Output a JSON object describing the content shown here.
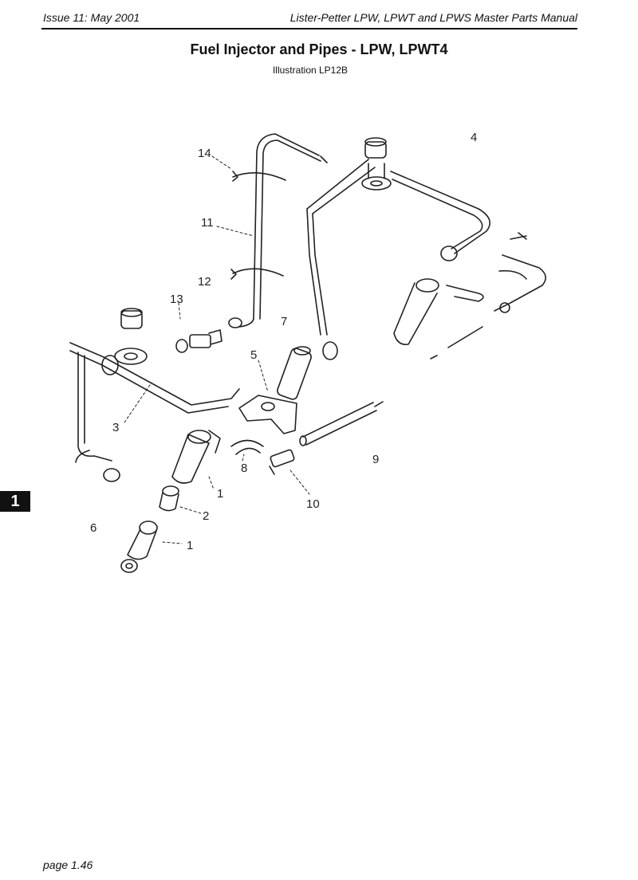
{
  "header": {
    "issue": "Issue 11: May 2001",
    "manual_title": "Lister-Petter LPW, LPWT and LPWS Master Parts Manual"
  },
  "page_title": "Fuel Injector and Pipes - LPW, LPWT4",
  "illustration_ref": "Illustration LP12B",
  "callouts": [
    "14",
    "11",
    "12",
    "13",
    "7",
    "4",
    "5",
    "3",
    "9",
    "8",
    "1",
    "10",
    "2",
    "6",
    "1"
  ],
  "section_tab": "1",
  "footer": {
    "page": "page 1.46"
  }
}
